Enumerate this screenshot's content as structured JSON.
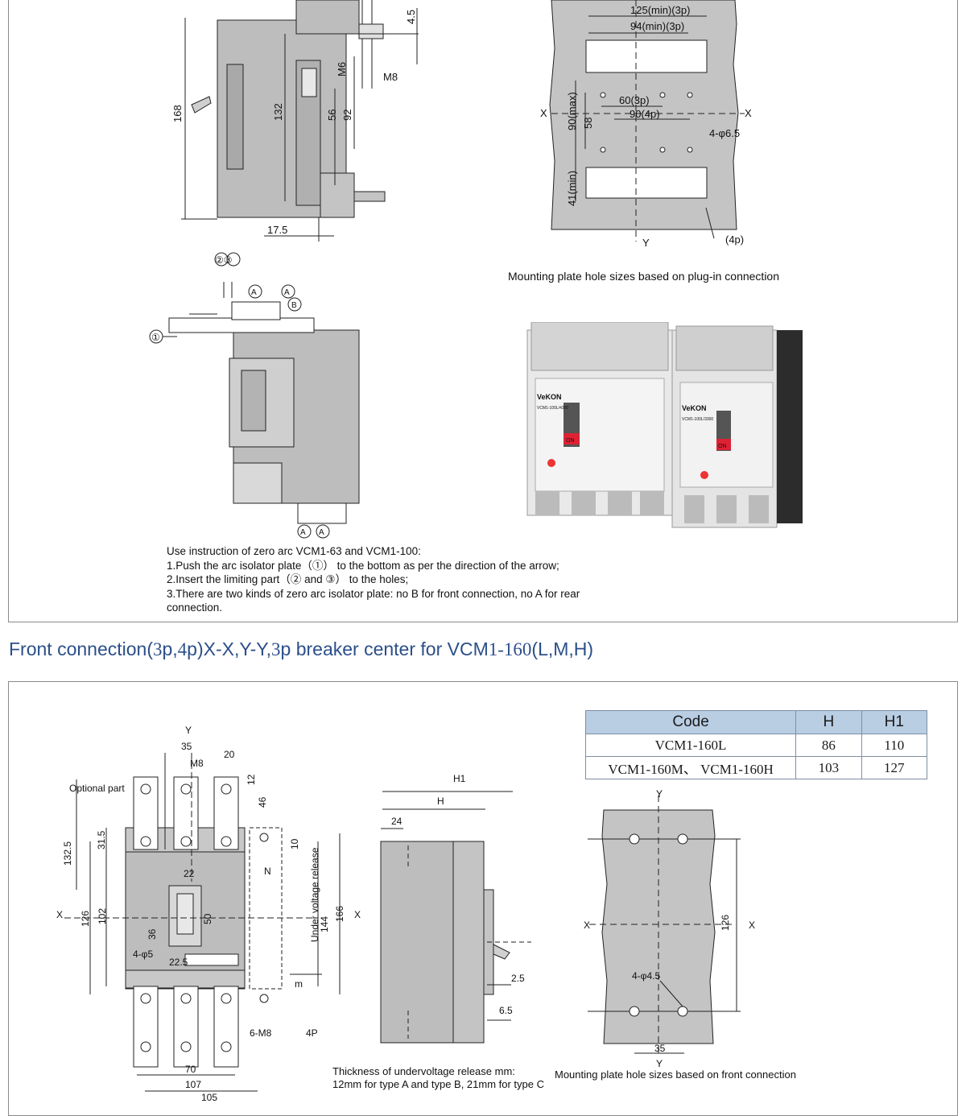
{
  "top_section": {
    "mount_caption": "Mounting plate hole sizes based on plug-in connection",
    "instructions": {
      "title": "Use instruction of zero arc VCM1-63 and VCM1-100:",
      "step1": "1.Push the arc isolator plate（①） to the bottom as per the direction of the arrow;",
      "step2": "2.Insert the limiting part（② and ③） to the holes;",
      "step3a": "3.There are two kinds of zero arc isolator plate: no B for front connection, no A for rear",
      "step3b": "connection."
    },
    "side_dims": {
      "d168": "168",
      "d132": "132",
      "d56": "56",
      "d92": "92",
      "d45": "4.5",
      "m6": "M6",
      "m8": "M8",
      "d175": "17.5"
    },
    "plate_dims": {
      "d125": "125(min)(3p)",
      "d94": "94(min)(3p)",
      "d60": "60(3p)",
      "d90": "90(4p)",
      "d90max": "90(max)",
      "d58": "58",
      "d41": "41(min)",
      "holes": "4-φ6.5",
      "p4": "(4p)",
      "x": "X",
      "y": "Y"
    },
    "isolator_labels": {
      "n23": "②③",
      "a": "A",
      "b": "B",
      "n1": "①"
    },
    "photo_labels": {
      "brand1": "VeKON",
      "model1": "VCM1-100L/4300",
      "brand2": "VeKON",
      "model2": "VCM1-100L/3300",
      "on": "ON"
    }
  },
  "section_title": {
    "a": "Front connection(",
    "b": "3",
    "c": "p,",
    "d": "4",
    "e": "p)X-X,Y-Y,",
    "f": "3",
    "g": "p breaker center for VCM",
    "h": "1-160",
    "i": "(L,M,H)"
  },
  "code_table": {
    "headers": [
      "Code",
      "H",
      "H1"
    ],
    "rows": [
      [
        "VCM1-160L",
        "86",
        "110"
      ],
      [
        "VCM1-160M、 VCM1-160H",
        "103",
        "127"
      ]
    ]
  },
  "bottom_section": {
    "front_dims": {
      "y": "Y",
      "d35": "35",
      "d20": "20",
      "m8": "M8",
      "d12": "12",
      "optional": "Optional part",
      "d46": "46",
      "d1325": "132.5",
      "d315": "31.5",
      "d10": "10",
      "n": "N",
      "under": "Under voltage release",
      "d22": "22",
      "x": "X",
      "d126": "126",
      "d102": "102",
      "d50": "50",
      "d144": "144",
      "d166": "166",
      "x2": "X",
      "d36": "36",
      "holes": "4-φ5",
      "d225": "22.5",
      "m": "m",
      "m8b": "6-M8",
      "p4": "4P",
      "d70": "70",
      "d107": "107",
      "d105": "105"
    },
    "side_dims": {
      "h1": "H1",
      "h": "H",
      "d24": "24",
      "d25": "2.5",
      "d65": "6.5"
    },
    "plate_dims": {
      "y": "Y",
      "x": "X",
      "x2": "X",
      "d126": "126",
      "holes": "4-φ4.5",
      "d35": "35",
      "y2": "Y"
    },
    "uv_note1": "Thickness of undervoltage release mm:",
    "uv_note2": "12mm for type A and type B, 21mm for type C",
    "mount_caption": "Mounting plate hole sizes based on front connection"
  }
}
